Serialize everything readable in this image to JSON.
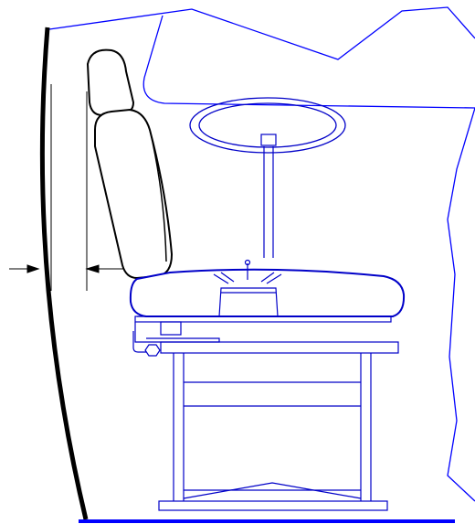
{
  "colors": {
    "background": "#ffffff",
    "cab_outline": "#0000ff",
    "seat_structure": "#0000c8",
    "seat_back": "#000000",
    "dimension_lines": "#000000",
    "floor": "#0000ff",
    "wall": "#000000"
  },
  "components": {
    "cab_wall": "curved-cab-wall",
    "cab_roof": "cab-roof-outline",
    "steering_wheel": "steering-wheel",
    "steering_column": "steering-column",
    "seat_back": "seat-backrest",
    "headrest": "headrest",
    "seat_cushion": "seat-cushion",
    "seat_base": "seat-base-frame",
    "suspension": "seat-suspension",
    "floor": "cab-floor",
    "dimension": "seat-to-wall-clearance"
  }
}
